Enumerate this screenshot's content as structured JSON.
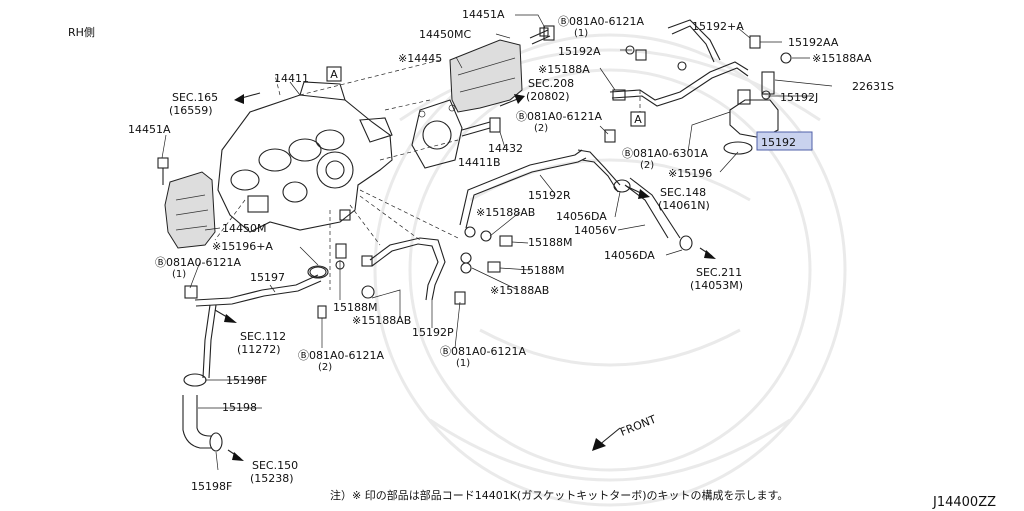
{
  "header": {
    "side": "RH側",
    "code": "J14400ZZ"
  },
  "footnote": "注）※ 印の部品は部品コード14401K(ガスケットキットターボ)のキットの構成を示します。",
  "view_marker": "A",
  "front_label": "FRONT",
  "parts": {
    "p14451A_top": "14451A",
    "p14450MC": "14450MC",
    "p14445": "※14445",
    "p14411": "14411",
    "sec165": "SEC.165",
    "sec165_ref": "(16559)",
    "p14451A_left": "14451A",
    "p14450M": "14450M",
    "p15196A": "※15196+A",
    "bolt_left": "Ⓑ081A0-6121A",
    "bolt_left_qty": "(1)",
    "p15197": "15197",
    "sec112": "SEC.112",
    "sec112_ref": "(11272)",
    "p15198F_top": "15198F",
    "p15198": "15198",
    "sec150": "SEC.150",
    "sec150_ref": "(15238)",
    "p15198F_bot": "15198F",
    "p15188M_a": "15188M",
    "p15188AB_a": "※15188AB",
    "bolt_mid": "Ⓑ081A0-6121A",
    "bolt_mid_qty": "(2)",
    "p15192P": "15192P",
    "bolt_mid2": "Ⓑ081A0-6121A",
    "bolt_mid2_qty": "(1)",
    "p15188AB_b": "※15188AB",
    "p15188M_b": "15188M",
    "p15188M_c": "15188M",
    "p15188AB_c": "※15188AB",
    "sec208": "SEC.208",
    "sec208_ref": "(20802)",
    "bolt_top_mid": "Ⓑ081A0-6121A",
    "bolt_top_mid_qty": "(2)",
    "p14432": "14432",
    "p14411B": "14411B",
    "p15192R": "15192R",
    "p14056DA_a": "14056DA",
    "p14056V": "14056V",
    "p14056DA_b": "14056DA",
    "sec211": "SEC.211",
    "sec211_ref": "(14053M)",
    "sec148": "SEC.148",
    "sec148_ref": "(14061N)",
    "bolt_top_right": "Ⓑ081A0-6121A",
    "bolt_top_right_qty": "(1)",
    "p15192A": "15192A",
    "p15188A": "※15188A",
    "p15192plusA": "15192+A",
    "p15192AA": "15192AA",
    "p15188AA": "※15188AA",
    "p22631S": "22631S",
    "p15192J": "15192J",
    "p15192": "15192",
    "bolt_right": "Ⓑ081A0-6301A",
    "bolt_right_qty": "(2)",
    "p15196": "※15196"
  }
}
